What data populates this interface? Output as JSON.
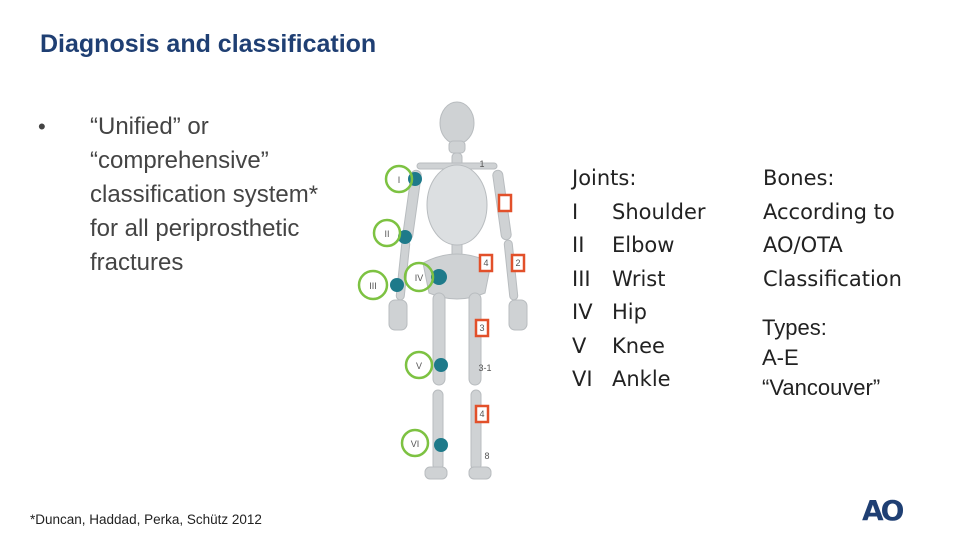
{
  "slide": {
    "title": "Diagnosis and classification",
    "bullet_symbol": "•",
    "bullet_lines": [
      "“Unified” or",
      "“comprehensive”",
      "classification system*",
      "for all periprosthetic",
      "fractures"
    ],
    "footnote": "*Duncan, Haddad, Perka, Schütz 2012"
  },
  "joints": {
    "heading": "Joints:",
    "items": [
      {
        "num": "I",
        "name": "Shoulder"
      },
      {
        "num": "II",
        "name": "Elbow"
      },
      {
        "num": "III",
        "name": "Wrist"
      },
      {
        "num": "IV",
        "name": "Hip"
      },
      {
        "num": "V",
        "name": "Knee"
      },
      {
        "num": "VI",
        "name": "Ankle"
      }
    ]
  },
  "bones": {
    "heading": "Bones:",
    "lines": [
      "According to",
      "AO/OTA",
      "Classification"
    ]
  },
  "types": {
    "heading": "Types:",
    "lines": [
      "A-E",
      "“Vancouver”"
    ]
  },
  "figure": {
    "joint_labels": [
      "I",
      "II",
      "III",
      "IV",
      "V",
      "VI"
    ],
    "bone_labels": [
      "1",
      "2",
      "3",
      "4",
      "3-1",
      "4",
      "8"
    ],
    "green_color": "#7dc242",
    "red_color": "#e2502a",
    "teal_color": "#1e7a8a"
  },
  "logo": {
    "text": "AO",
    "color": "#1f3f73"
  }
}
